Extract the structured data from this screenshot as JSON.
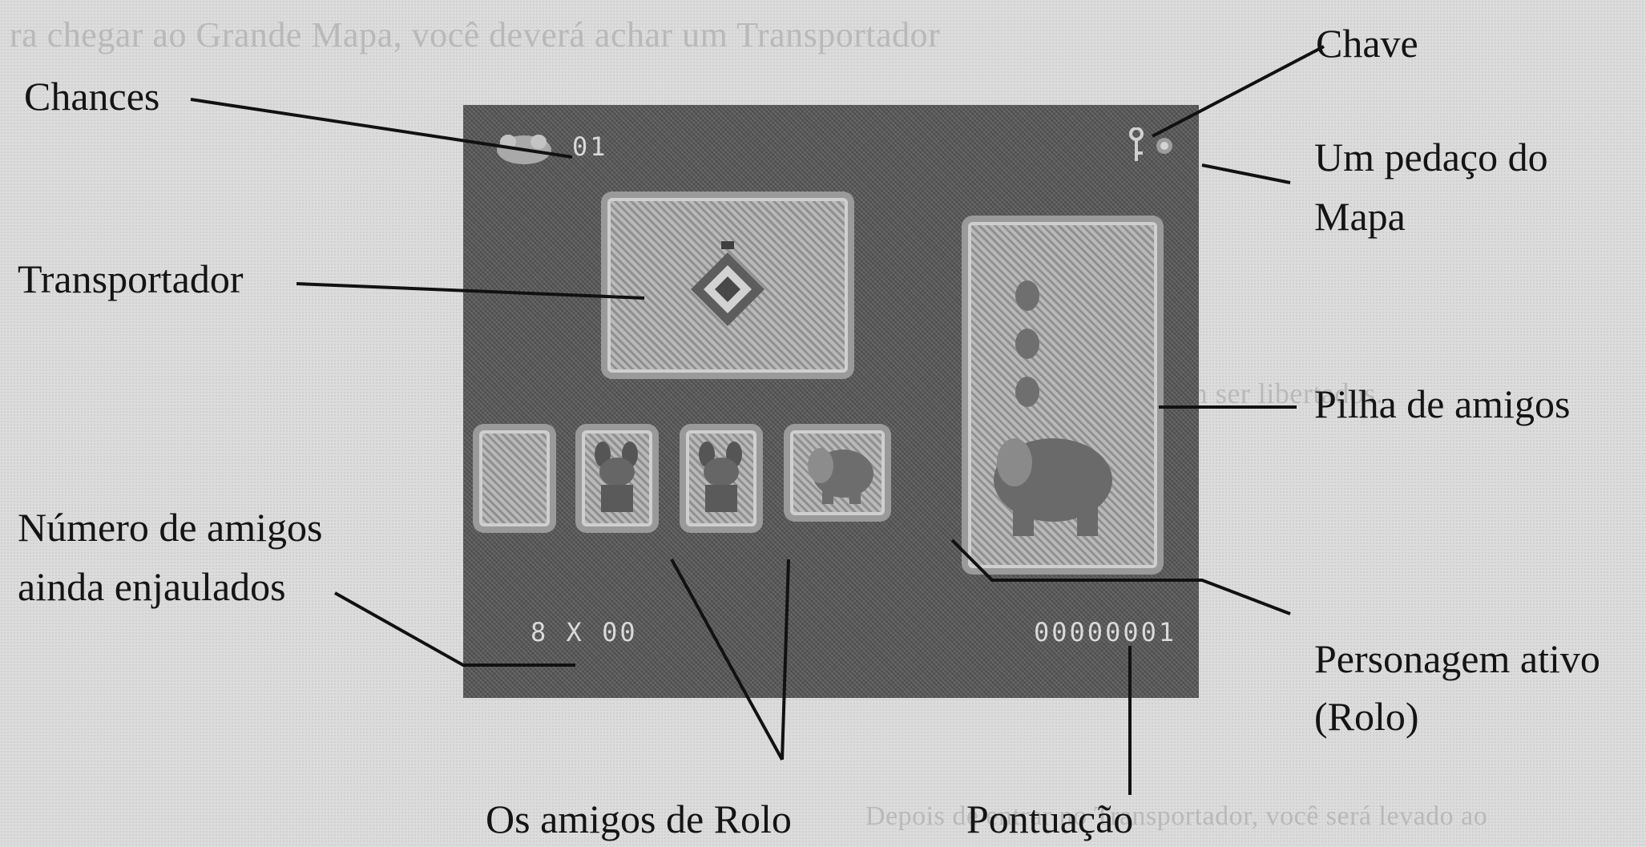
{
  "labels": {
    "chances": "Chances",
    "chave": "Chave",
    "pedaco_line1": "Um pedaço do",
    "pedaco_line2": "Mapa",
    "transportador": "Transportador",
    "pilha": "Pilha de amigos",
    "numero_line1": "Número de amigos",
    "numero_line2": "ainda enjaulados",
    "personagem_line1": "Personagem ativo",
    "personagem_line2": "(Rolo)",
    "amigos_de_rolo": "Os amigos de Rolo",
    "pontuacao": "Pontuação"
  },
  "background_text": [
    "ra chegar ao Grande Mapa, você deverá achar um Transportador",
    "Depois de entrar no Transportador, você será levado ao",
    "onde amigos de Rolo esperam ser libertados."
  ],
  "hud": {
    "chances_value": "01",
    "caged_count": "8 X 00",
    "score": "00000001"
  },
  "icons": [
    "life-icon",
    "key-icon",
    "map-piece-icon",
    "transporter-icon",
    "friend-icon",
    "elephant-icon",
    "stack-icon"
  ]
}
